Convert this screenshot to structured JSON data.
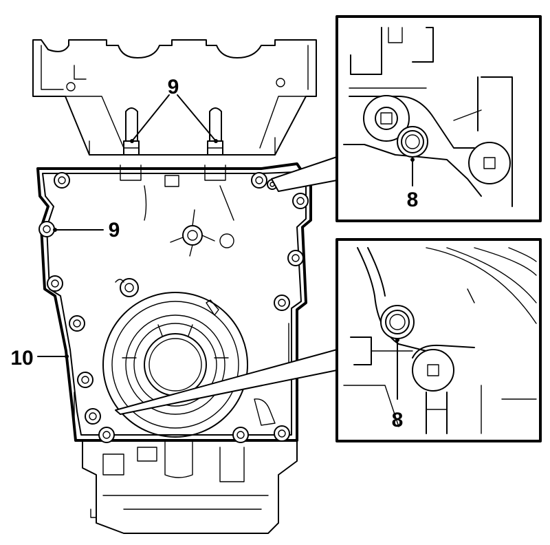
{
  "diagram": {
    "callouts": {
      "bolt_top_label": "9",
      "bolt_left_label": "9",
      "cover_label": "10",
      "inset_top_label": "8",
      "inset_bottom_label": "8"
    }
  }
}
